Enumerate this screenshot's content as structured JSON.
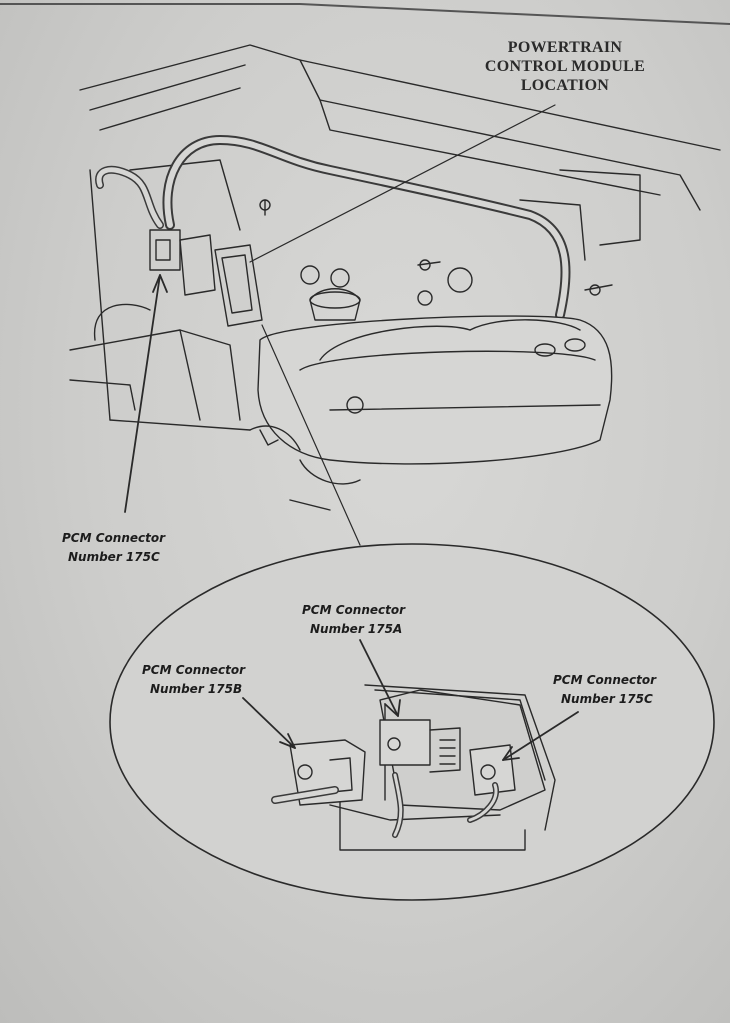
{
  "title_lines": [
    "POWERTRAIN",
    "CONTROL MODULE",
    "LOCATION"
  ],
  "labels": {
    "top_left_c": {
      "line1": "PCM Connector",
      "line2": "Number 175C"
    },
    "detail_a": {
      "line1": "PCM Connector",
      "line2": "Number 175A"
    },
    "detail_b": {
      "line1": "PCM Connector",
      "line2": "Number 175B"
    },
    "detail_c": {
      "line1": "PCM Connector",
      "line2": "Number 175C"
    }
  },
  "colors": {
    "paper": "#cfcfcd",
    "ink": "#1c1c1c"
  }
}
